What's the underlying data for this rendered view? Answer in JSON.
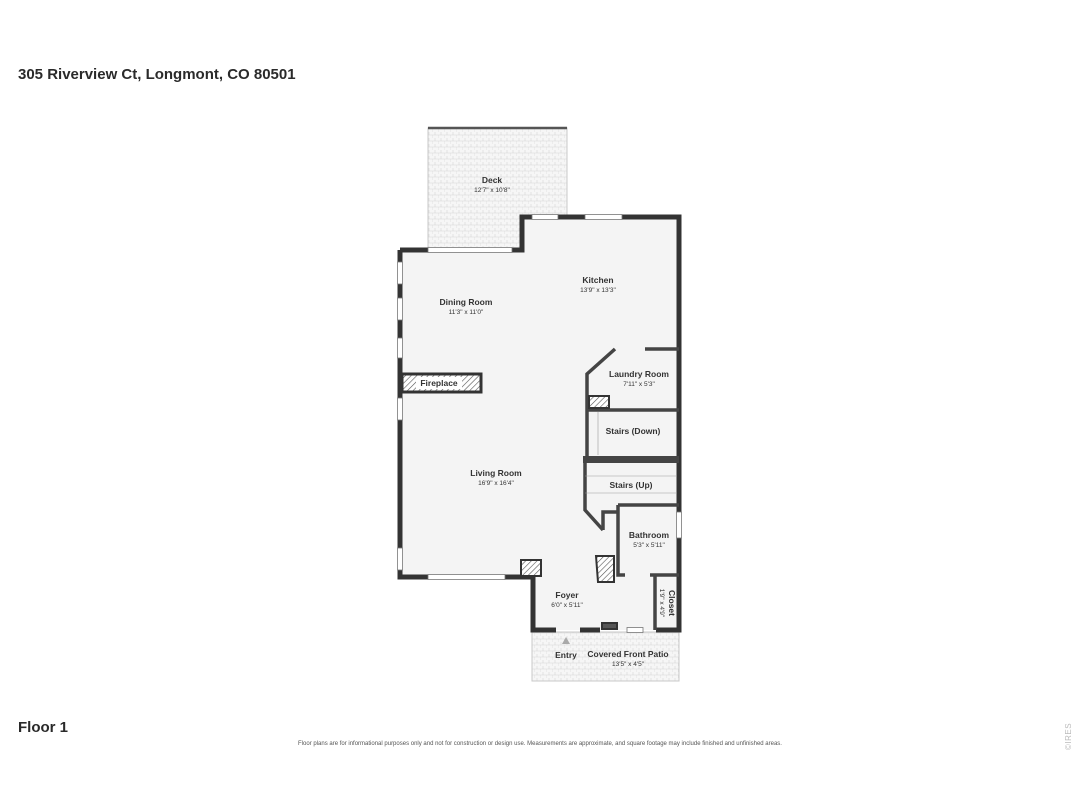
{
  "header": {
    "address": "305 Riverview Ct, Longmont, CO 80501"
  },
  "footer": {
    "floor_label": "Floor 1",
    "disclaimer": "Floor plans are for informational purposes only and not for construction or design use. Measurements are approximate, and square footage may include finished and unfinished areas.",
    "watermark": "©IRES"
  },
  "rooms": {
    "deck": {
      "name": "Deck",
      "dims": "12'7\" x 10'8\""
    },
    "kitchen": {
      "name": "Kitchen",
      "dims": "13'9\" x 13'3\""
    },
    "dining": {
      "name": "Dining Room",
      "dims": "11'3\" x 11'0\""
    },
    "laundry": {
      "name": "Laundry Room",
      "dims": "7'11\" x 5'3\""
    },
    "fireplace": {
      "name": "Fireplace"
    },
    "stairs_down": {
      "name": "Stairs (Down)"
    },
    "stairs_up": {
      "name": "Stairs (Up)"
    },
    "living": {
      "name": "Living Room",
      "dims": "16'9\" x 16'4\""
    },
    "bathroom": {
      "name": "Bathroom",
      "dims": "5'3\" x 5'11\""
    },
    "foyer": {
      "name": "Foyer",
      "dims": "6'0\" x 5'11\""
    },
    "closet": {
      "name": "Closet",
      "dims": "1'9\" x 4'9\""
    },
    "entry": {
      "name": "Entry"
    },
    "patio": {
      "name": "Covered Front Patio",
      "dims": "13'5\" x 4'5\""
    }
  }
}
